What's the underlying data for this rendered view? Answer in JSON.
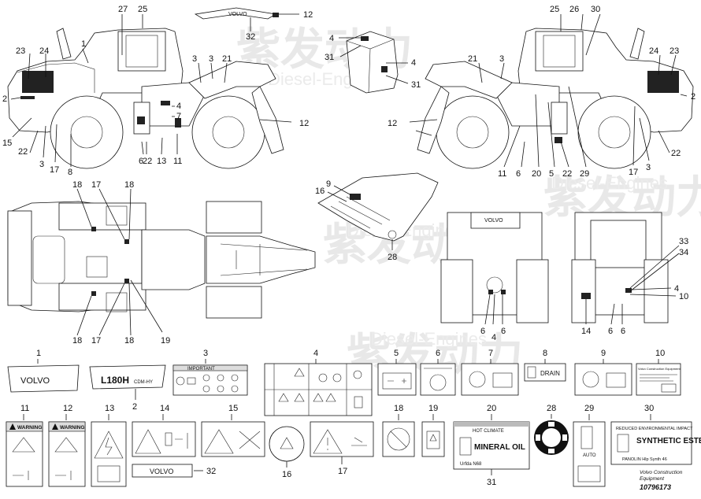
{
  "watermark": {
    "brand": "紫发动力",
    "sub": "Diesel-Engines"
  },
  "views": {
    "side_left": {
      "callouts": [
        "27",
        "25",
        "1",
        "23",
        "24",
        "2",
        "15",
        "22",
        "3",
        "17",
        "8",
        "3",
        "3",
        "21",
        "4",
        "7",
        "6",
        "22",
        "13",
        "11",
        "12"
      ]
    },
    "boom_top": {
      "callouts": [
        "12",
        "32"
      ],
      "brand": "VOLVO"
    },
    "tank": {
      "callouts": [
        "4",
        "31",
        "4",
        "31"
      ]
    },
    "side_right": {
      "callouts": [
        "25",
        "26",
        "30",
        "21",
        "3",
        "24",
        "23",
        "2",
        "12",
        "11",
        "6",
        "20",
        "5",
        "22",
        "29",
        "17",
        "3",
        "22"
      ]
    },
    "plan": {
      "callouts": [
        "18",
        "17",
        "18",
        "18",
        "17",
        "18",
        "19"
      ]
    },
    "cab_detail": {
      "callouts": [
        "9",
        "16",
        "28"
      ]
    },
    "front": {
      "callouts": [
        "6",
        "4",
        "6"
      ],
      "brand": "VOLVO"
    },
    "rear": {
      "callouts": [
        "33",
        "34",
        "4",
        "10",
        "14",
        "6",
        "6"
      ]
    }
  },
  "decals": [
    {
      "num": "1",
      "text": "VOLVO"
    },
    {
      "num": "2",
      "text": "L180H",
      "sub": "CDM-HY"
    },
    {
      "num": "3",
      "text": "IMPORTANT"
    },
    {
      "num": "4",
      "text": ""
    },
    {
      "num": "5",
      "text": ""
    },
    {
      "num": "6",
      "text": ""
    },
    {
      "num": "7",
      "text": ""
    },
    {
      "num": "8",
      "text": "DRAIN"
    },
    {
      "num": "9",
      "text": ""
    },
    {
      "num": "10",
      "text": "Volvo Construction Equipment"
    },
    {
      "num": "11",
      "text": "WARNING"
    },
    {
      "num": "12",
      "text": "WARNING"
    },
    {
      "num": "13",
      "text": ""
    },
    {
      "num": "14",
      "text": ""
    },
    {
      "num": "15",
      "text": ""
    },
    {
      "num": "16",
      "text": ""
    },
    {
      "num": "17",
      "text": ""
    },
    {
      "num": "18",
      "text": ""
    },
    {
      "num": "19",
      "text": ""
    },
    {
      "num": "20",
      "text": "MINERAL OIL",
      "top": "HOT CLIMATE",
      "bottom": "Urfda N68"
    },
    {
      "num": "28",
      "text": ""
    },
    {
      "num": "29",
      "text": "AUTO"
    },
    {
      "num": "30",
      "text": "SYNTHETIC ESTER",
      "top": "REDUCED ENVIRONMENTAL IMPACT",
      "bottom": "PANOLIN Hlp Synth 46"
    },
    {
      "num": "31",
      "text": ""
    },
    {
      "num": "32",
      "text": "VOLVO"
    }
  ],
  "footer": {
    "brand_line1": "Volvo Construction",
    "brand_line2": "Equipment",
    "drawing_no": "10796173"
  }
}
